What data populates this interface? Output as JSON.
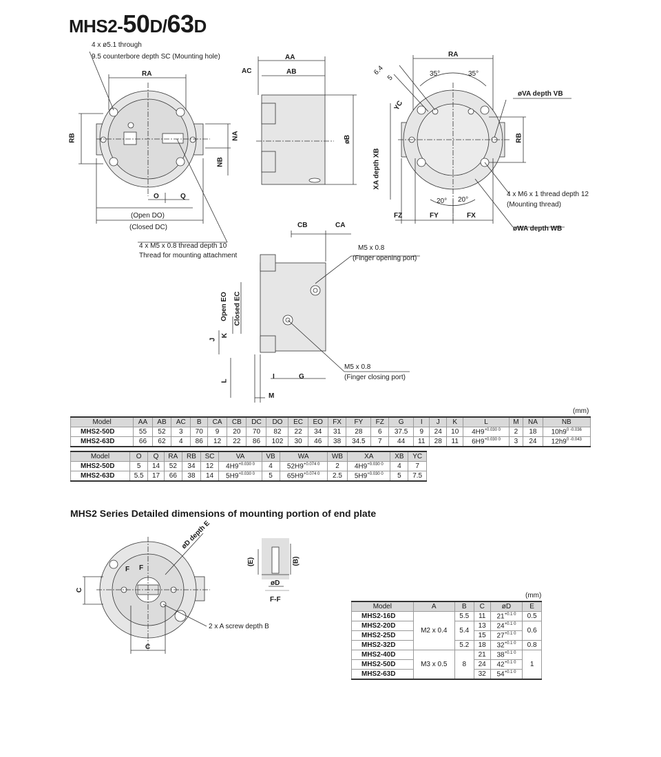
{
  "title": {
    "prefix": "MHS2-",
    "num1": "50",
    "suffix1": "D",
    "slash": "/",
    "num2": "63",
    "suffix2": "D"
  },
  "labels": {
    "hole_count": "4 x ø5.1 through",
    "counterbore": "9.5 counterbore depth SC (Mounting hole)",
    "RA": "RA",
    "RB": "RB",
    "NA": "NA",
    "NB": "NB",
    "O": "O",
    "Q": "Q",
    "open_do": "(Open DO)",
    "closed_dc": "(Closed DC)",
    "thread_m5": "4 x M5 x 0.8 thread depth 10",
    "thread_attach": "Thread for mounting attachment",
    "AA": "AA",
    "AB": "AB",
    "AC": "AC",
    "oB": "øB",
    "dim_64": "6.4",
    "dim_5": "5",
    "ang35a": "35°",
    "ang35b": "35°",
    "va": "øVA  depth VB",
    "YC": "YC",
    "XA": "XA depth XB",
    "m6": "4 x M6 x 1 thread depth 12",
    "mounting_thread": "(Mounting thread)",
    "ang20a": "20°",
    "ang20b": "20°",
    "FZ": "FZ",
    "FY": "FY",
    "FX": "FX",
    "wa": "øWA depth WB",
    "CB": "CB",
    "CA": "CA",
    "m5_open": "M5 x 0.8",
    "finger_open": "(Finger opening port)",
    "m5_close": "M5 x 0.8",
    "finger_close": "(Finger closing port)",
    "open_eo": "Open EO",
    "closed_ec": "Closed EC",
    "J": "J",
    "K": "K",
    "L": "L",
    "I": "I",
    "G": "G",
    "M": "M"
  },
  "unit_mm": "(mm)",
  "table1": {
    "headers": [
      "Model",
      "AA",
      "AB",
      "AC",
      "B",
      "CA",
      "CB",
      "DC",
      "DO",
      "EC",
      "EO",
      "FX",
      "FY",
      "FZ",
      "G",
      "I",
      "J",
      "K",
      "L",
      "M",
      "NA",
      "NB"
    ],
    "rows": [
      [
        "MHS2-50D",
        "55",
        "52",
        "3",
        "70",
        "9",
        "20",
        "70",
        "82",
        "22",
        "34",
        "31",
        "28",
        "6",
        "37.5",
        "9",
        "24",
        "10",
        "4H9",
        "2",
        "18",
        "10h9"
      ],
      [
        "MHS2-63D",
        "66",
        "62",
        "4",
        "86",
        "12",
        "22",
        "86",
        "102",
        "30",
        "46",
        "38",
        "34.5",
        "7",
        "44",
        "11",
        "28",
        "11",
        "6H9",
        "3",
        "24",
        "12h9"
      ]
    ],
    "tol_L": [
      "+0.030 0",
      "+0.030 0"
    ],
    "tol_NB": [
      "0 -0.036",
      "0 -0.043"
    ]
  },
  "table2": {
    "headers": [
      "Model",
      "O",
      "Q",
      "RA",
      "RB",
      "SC",
      "VA",
      "VB",
      "WA",
      "WB",
      "XA",
      "XB",
      "YC"
    ],
    "rows": [
      [
        "MHS2-50D",
        "5",
        "14",
        "52",
        "34",
        "12",
        "4H9",
        "4",
        "52H9",
        "2",
        "4H9",
        "4",
        "7"
      ],
      [
        "MHS2-63D",
        "5.5",
        "17",
        "66",
        "38",
        "14",
        "5H9",
        "5",
        "65H9",
        "2.5",
        "5H9",
        "5",
        "7.5"
      ]
    ],
    "tol_VA": [
      "+0.030 0",
      "+0.030 0"
    ],
    "tol_WA": [
      "+0.074 0",
      "+0.074 0"
    ],
    "tol_XA": [
      "+0.030 0",
      "+0.030 0"
    ]
  },
  "section_title": "MHS2 Series  Detailed dimensions of mounting portion of end plate",
  "labels2": {
    "od_depth_e": "øD depth E",
    "F1": "F",
    "F2": "F",
    "C_left": "C",
    "C_bottom": "C",
    "screw": "2 x A screw depth B",
    "E_paren": "(E)",
    "B_paren": "(B)",
    "oD": "øD",
    "FF": "F-F"
  },
  "table3": {
    "headers": [
      "Model",
      "A",
      "B",
      "C",
      "øD",
      "E"
    ],
    "models": [
      "MHS2-16D",
      "MHS2-20D",
      "MHS2-25D",
      "MHS2-32D",
      "MHS2-40D",
      "MHS2-50D",
      "MHS2-63D"
    ],
    "A_groups": [
      "M2 x 0.4",
      "M3 x 0.5"
    ],
    "B_groups": [
      "5.5",
      "5.4",
      "5.2",
      "8"
    ],
    "C": [
      "11",
      "13",
      "15",
      "18",
      "21",
      "24",
      "32"
    ],
    "D": [
      "21",
      "24",
      "27",
      "32",
      "38",
      "42",
      "54"
    ],
    "tol_D": "+0.1 0",
    "E_groups": [
      "0.5",
      "0.6",
      "0.8",
      "1"
    ]
  }
}
